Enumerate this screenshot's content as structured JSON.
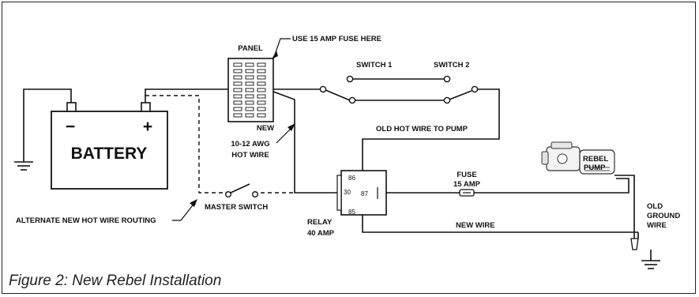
{
  "labels": {
    "panel": "PANEL",
    "fuse_note": "USE 15 AMP FUSE HERE",
    "switch1": "SWITCH 1",
    "switch2": "SWITCH 2",
    "battery": "BATTERY",
    "battery_minus": "−",
    "battery_plus": "+",
    "new_wire_line1": "NEW",
    "new_wire_line2": "10-12 AWG",
    "new_wire_line3": "HOT WIRE",
    "old_hot": "OLD HOT WIRE TO PUMP",
    "pump_line1": "REBEL",
    "pump_line2": "PUMP",
    "fuse_line1": "FUSE",
    "fuse_line2": "15 AMP",
    "pin86": "86",
    "pin30": "30",
    "pin87": "87",
    "pin85": "85",
    "relay_line1": "RELAY",
    "relay_line2": "40 AMP",
    "master_switch": "MASTER SWITCH",
    "alternate": "ALTERNATE NEW HOT WIRE ROUTING",
    "new_wire": "NEW WIRE",
    "old_ground_line1": "OLD",
    "old_ground_line2": "GROUND",
    "old_ground_line3": "WIRE"
  },
  "caption": "Figure 2: New Rebel Installation"
}
